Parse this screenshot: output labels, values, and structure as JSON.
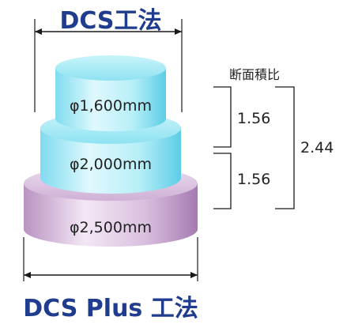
{
  "top_title": "DCS工法",
  "bottom_title": "DCS Plus 工法",
  "ratio_header": "断面積比",
  "ratio_upper": "1.56",
  "ratio_lower": "1.56",
  "ratio_total": "2.44",
  "tiers": [
    {
      "label": "φ1,600mm"
    },
    {
      "label": "φ2,000mm"
    },
    {
      "label": "φ2,500mm"
    }
  ],
  "colors": {
    "title": "#1f3c8f",
    "cyan_light": "#e6fbff",
    "cyan_mid": "#a7eef8",
    "cyan_dark": "#58d2ea",
    "purple_light": "#f4e8f6",
    "purple_mid": "#d6b6dd",
    "purple_dark": "#9a6aa6",
    "line": "#1a1a1a"
  }
}
